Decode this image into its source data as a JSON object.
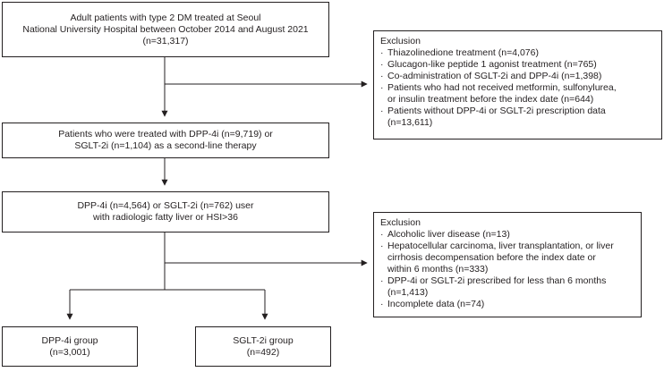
{
  "boxes": {
    "source": {
      "lines": [
        "Adult patients with type 2 DM treated at Seoul",
        "National University Hospital between October 2014 and August 2021",
        "(n=31,317)"
      ]
    },
    "second_line": {
      "lines": [
        "Patients who were treated with DPP-4i (n=9,719) or",
        "SGLT-2i (n=1,104) as a second-line therapy"
      ]
    },
    "fatty_liver": {
      "lines": [
        "DPP-4i (n=4,564) or SGLT-2i (n=762) user",
        "with radiologic fatty liver or HSI>36"
      ]
    },
    "dpp4i_group": {
      "lines": [
        "DPP-4i group",
        "(n=3,001)"
      ]
    },
    "sglt2i_group": {
      "lines": [
        "SGLT-2i group",
        "(n=492)"
      ]
    }
  },
  "exclusion1": {
    "title": "Exclusion",
    "bullet": "·",
    "items": [
      {
        "lines": [
          "Thiazolinedione treatment (n=4,076)"
        ]
      },
      {
        "lines": [
          "Glucagon-like peptide 1 agonist treatment (n=765)"
        ]
      },
      {
        "lines": [
          "Co-administration of SGLT-2i and DPP-4i (n=1,398)"
        ]
      },
      {
        "lines": [
          "Patients who had not received metformin, sulfonylurea,",
          "or insulin treatment before the index date (n=644)"
        ]
      },
      {
        "lines": [
          "Patients without DPP-4i or SGLT-2i prescription data",
          "(n=13,611)"
        ]
      }
    ]
  },
  "exclusion2": {
    "title": "Exclusion",
    "bullet": "·",
    "items": [
      {
        "lines": [
          "Alcoholic liver disease (n=13)"
        ]
      },
      {
        "lines": [
          "Hepatocellular carcinoma, liver transplantation, or liver",
          "cirrhosis decompensation before the index date or",
          "within 6 months (n=333)"
        ]
      },
      {
        "lines": [
          "DPP-4i or SGLT-2i prescribed for less than 6 months",
          "(n=1,413)"
        ]
      },
      {
        "lines": [
          "Incomplete data (n=74)"
        ]
      }
    ]
  },
  "colors": {
    "ink": "#231f20",
    "background": "#ffffff"
  }
}
